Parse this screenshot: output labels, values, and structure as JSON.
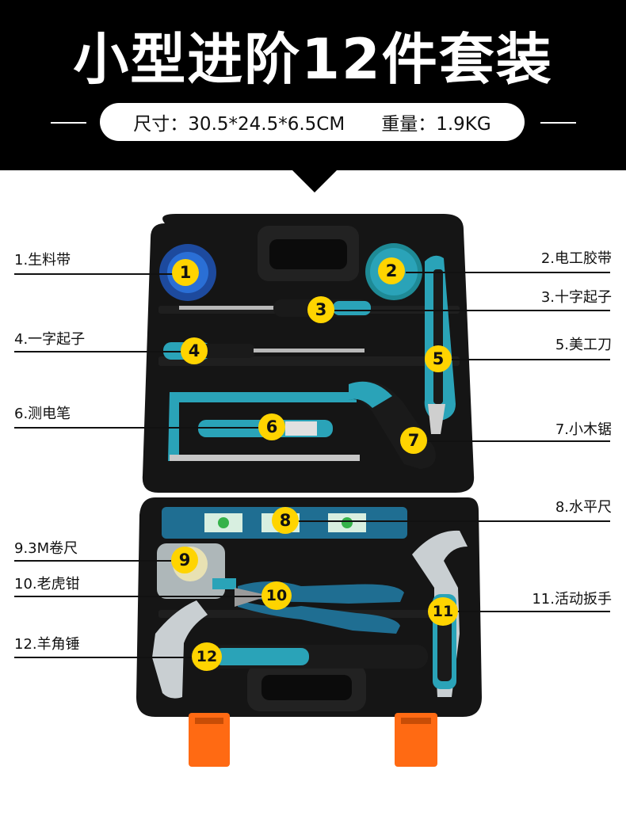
{
  "title": "小型进阶12件套装",
  "specs": {
    "size": "尺寸：30.5*24.5*6.5CM",
    "weight": "重量：1.9KG"
  },
  "labels": [
    {
      "text": "1.生料带"
    },
    {
      "text": "2.电工胶带"
    },
    {
      "text": "3.十字起子"
    },
    {
      "text": "4.一字起子"
    },
    {
      "text": "5.美工刀"
    },
    {
      "text": "6.测电笔"
    },
    {
      "text": "7.小木锯"
    },
    {
      "text": "8.水平尺"
    },
    {
      "text": "9.3M卷尺"
    },
    {
      "text": "10.老虎钳"
    },
    {
      "text": "11.活动扳手"
    },
    {
      "text": "12.羊角锤"
    }
  ],
  "numbers": [
    "1",
    "2",
    "3",
    "4",
    "5",
    "6",
    "7",
    "8",
    "9",
    "10",
    "11",
    "12"
  ],
  "colors": {
    "header": "#000000",
    "case": "#121212",
    "tool_accent": "#2aa3b8",
    "badge": "#ffd400",
    "latch": "#ff6a13"
  }
}
